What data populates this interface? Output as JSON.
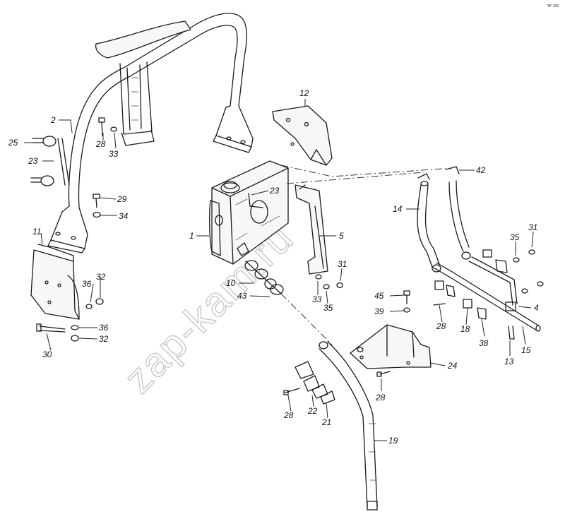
{
  "watermark": "zap-kam.ru",
  "corner_mark": "\"M\" 000",
  "callouts": {
    "c1": "1",
    "c2": "2",
    "c4": "4",
    "c5": "5",
    "c10": "10",
    "c11": "11",
    "c12": "12",
    "c13": "13",
    "c14": "14",
    "c15": "15",
    "c18": "18",
    "c19": "19",
    "c21": "21",
    "c22": "22",
    "c23a": "23",
    "c23b": "23",
    "c24": "24",
    "c25": "25",
    "c28a": "28",
    "c28b": "28",
    "c28c": "28",
    "c28d": "28",
    "c29": "29",
    "c30": "30",
    "c31a": "31",
    "c31b": "31",
    "c32a": "32",
    "c32b": "32",
    "c33a": "33",
    "c33b": "33",
    "c34": "34",
    "c35a": "35",
    "c35b": "35",
    "c36a": "36",
    "c36b": "36",
    "c38": "38",
    "c39": "39",
    "c42": "42",
    "c43": "43",
    "c45": "45"
  }
}
